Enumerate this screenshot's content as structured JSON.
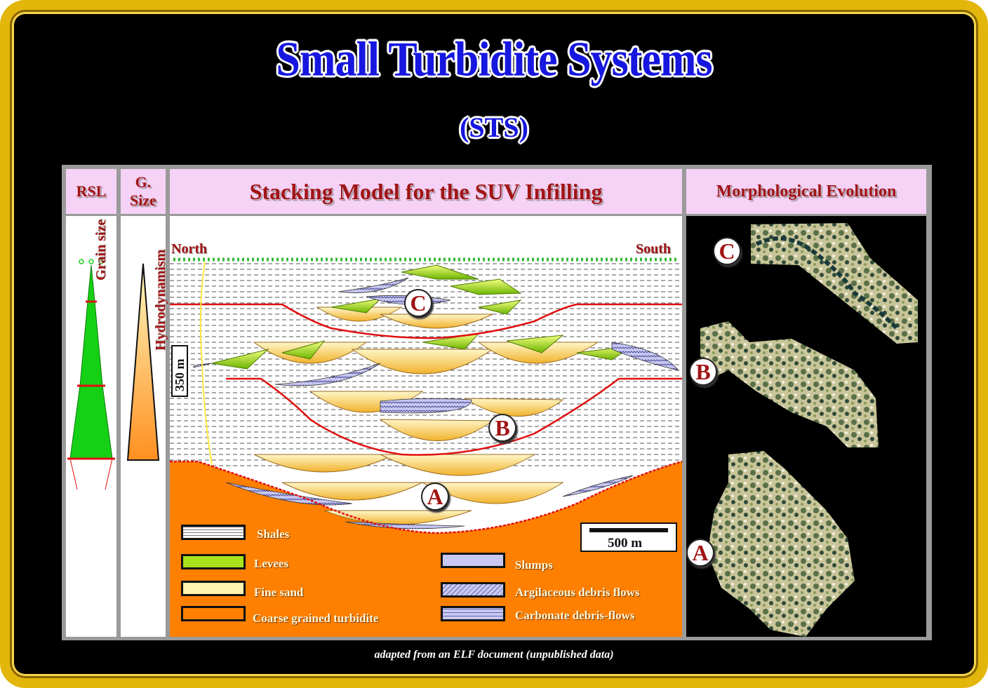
{
  "title": "Small Turbidite Systems",
  "subtitle": "(STS)",
  "headers": {
    "rsl": "RSL",
    "gsize": "G.\nSize",
    "stacking": "Stacking Model for the  SUV Infilling",
    "morph": "Morphological Evolution"
  },
  "grain_labels": {
    "grain_size": "Grain size",
    "hydro": "Hydrodynamism"
  },
  "section": {
    "north": "North",
    "south": "South",
    "scale_v": "350 m",
    "scale_h": "500 m"
  },
  "units": [
    "A",
    "B",
    "C"
  ],
  "legend": {
    "shales": "Shales",
    "levees": "Levees",
    "fine_sand": "Fine sand",
    "coarse": "Coarse grained turbidite",
    "slumps": "Slumps",
    "argil": "Argilaceous debris flows",
    "carbonate": "Carbonate debris-flows"
  },
  "colors": {
    "title": "#1717e0",
    "header_bg": "#f6d2f6",
    "header_text": "#a01414",
    "coarse": "#ff8000",
    "fine_sand": "#fff3b0",
    "levees": "#a9e21c",
    "slumps": "#c8c8f2",
    "rsl_green": "#16d016",
    "erosion": "#e01010"
  },
  "caption": "adapted from an ELF document (unpublished data)"
}
